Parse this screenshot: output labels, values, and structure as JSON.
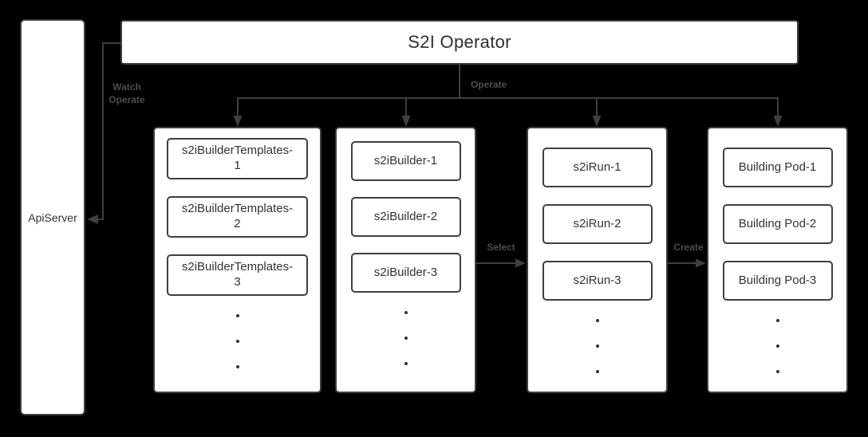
{
  "diagram": {
    "operator_node": {
      "label": "S2I Operator"
    },
    "api_server_node": {
      "label": "ApiServer"
    },
    "edge_labels": {
      "watch": [
        "Watch",
        "Operate"
      ],
      "operate": "Operate",
      "select": "Select",
      "create": "Create"
    },
    "columns": [
      {
        "items": [
          "s2iBuilderTemplates-1",
          "s2iBuilderTemplates-2",
          "s2iBuilderTemplates-3"
        ],
        "ellipsis_dots": 3
      },
      {
        "items": [
          "s2iBuilder-1",
          "s2iBuilder-2",
          "s2iBuilder-3"
        ],
        "ellipsis_dots": 3
      },
      {
        "items": [
          "s2iRun-1",
          "s2iRun-2",
          "s2iRun-3"
        ],
        "ellipsis_dots": 3
      },
      {
        "items": [
          "Building Pod-1",
          "Building Pod-2",
          "Building Pod-3"
        ],
        "ellipsis_dots": 3
      }
    ],
    "colors": {
      "background": "#000000",
      "node_fill": "#ffffff",
      "node_border": "#3f3f3f",
      "node_text": "#333333",
      "connector": "#3f3f3f",
      "edge_label_text": "#4d4d4d"
    }
  }
}
